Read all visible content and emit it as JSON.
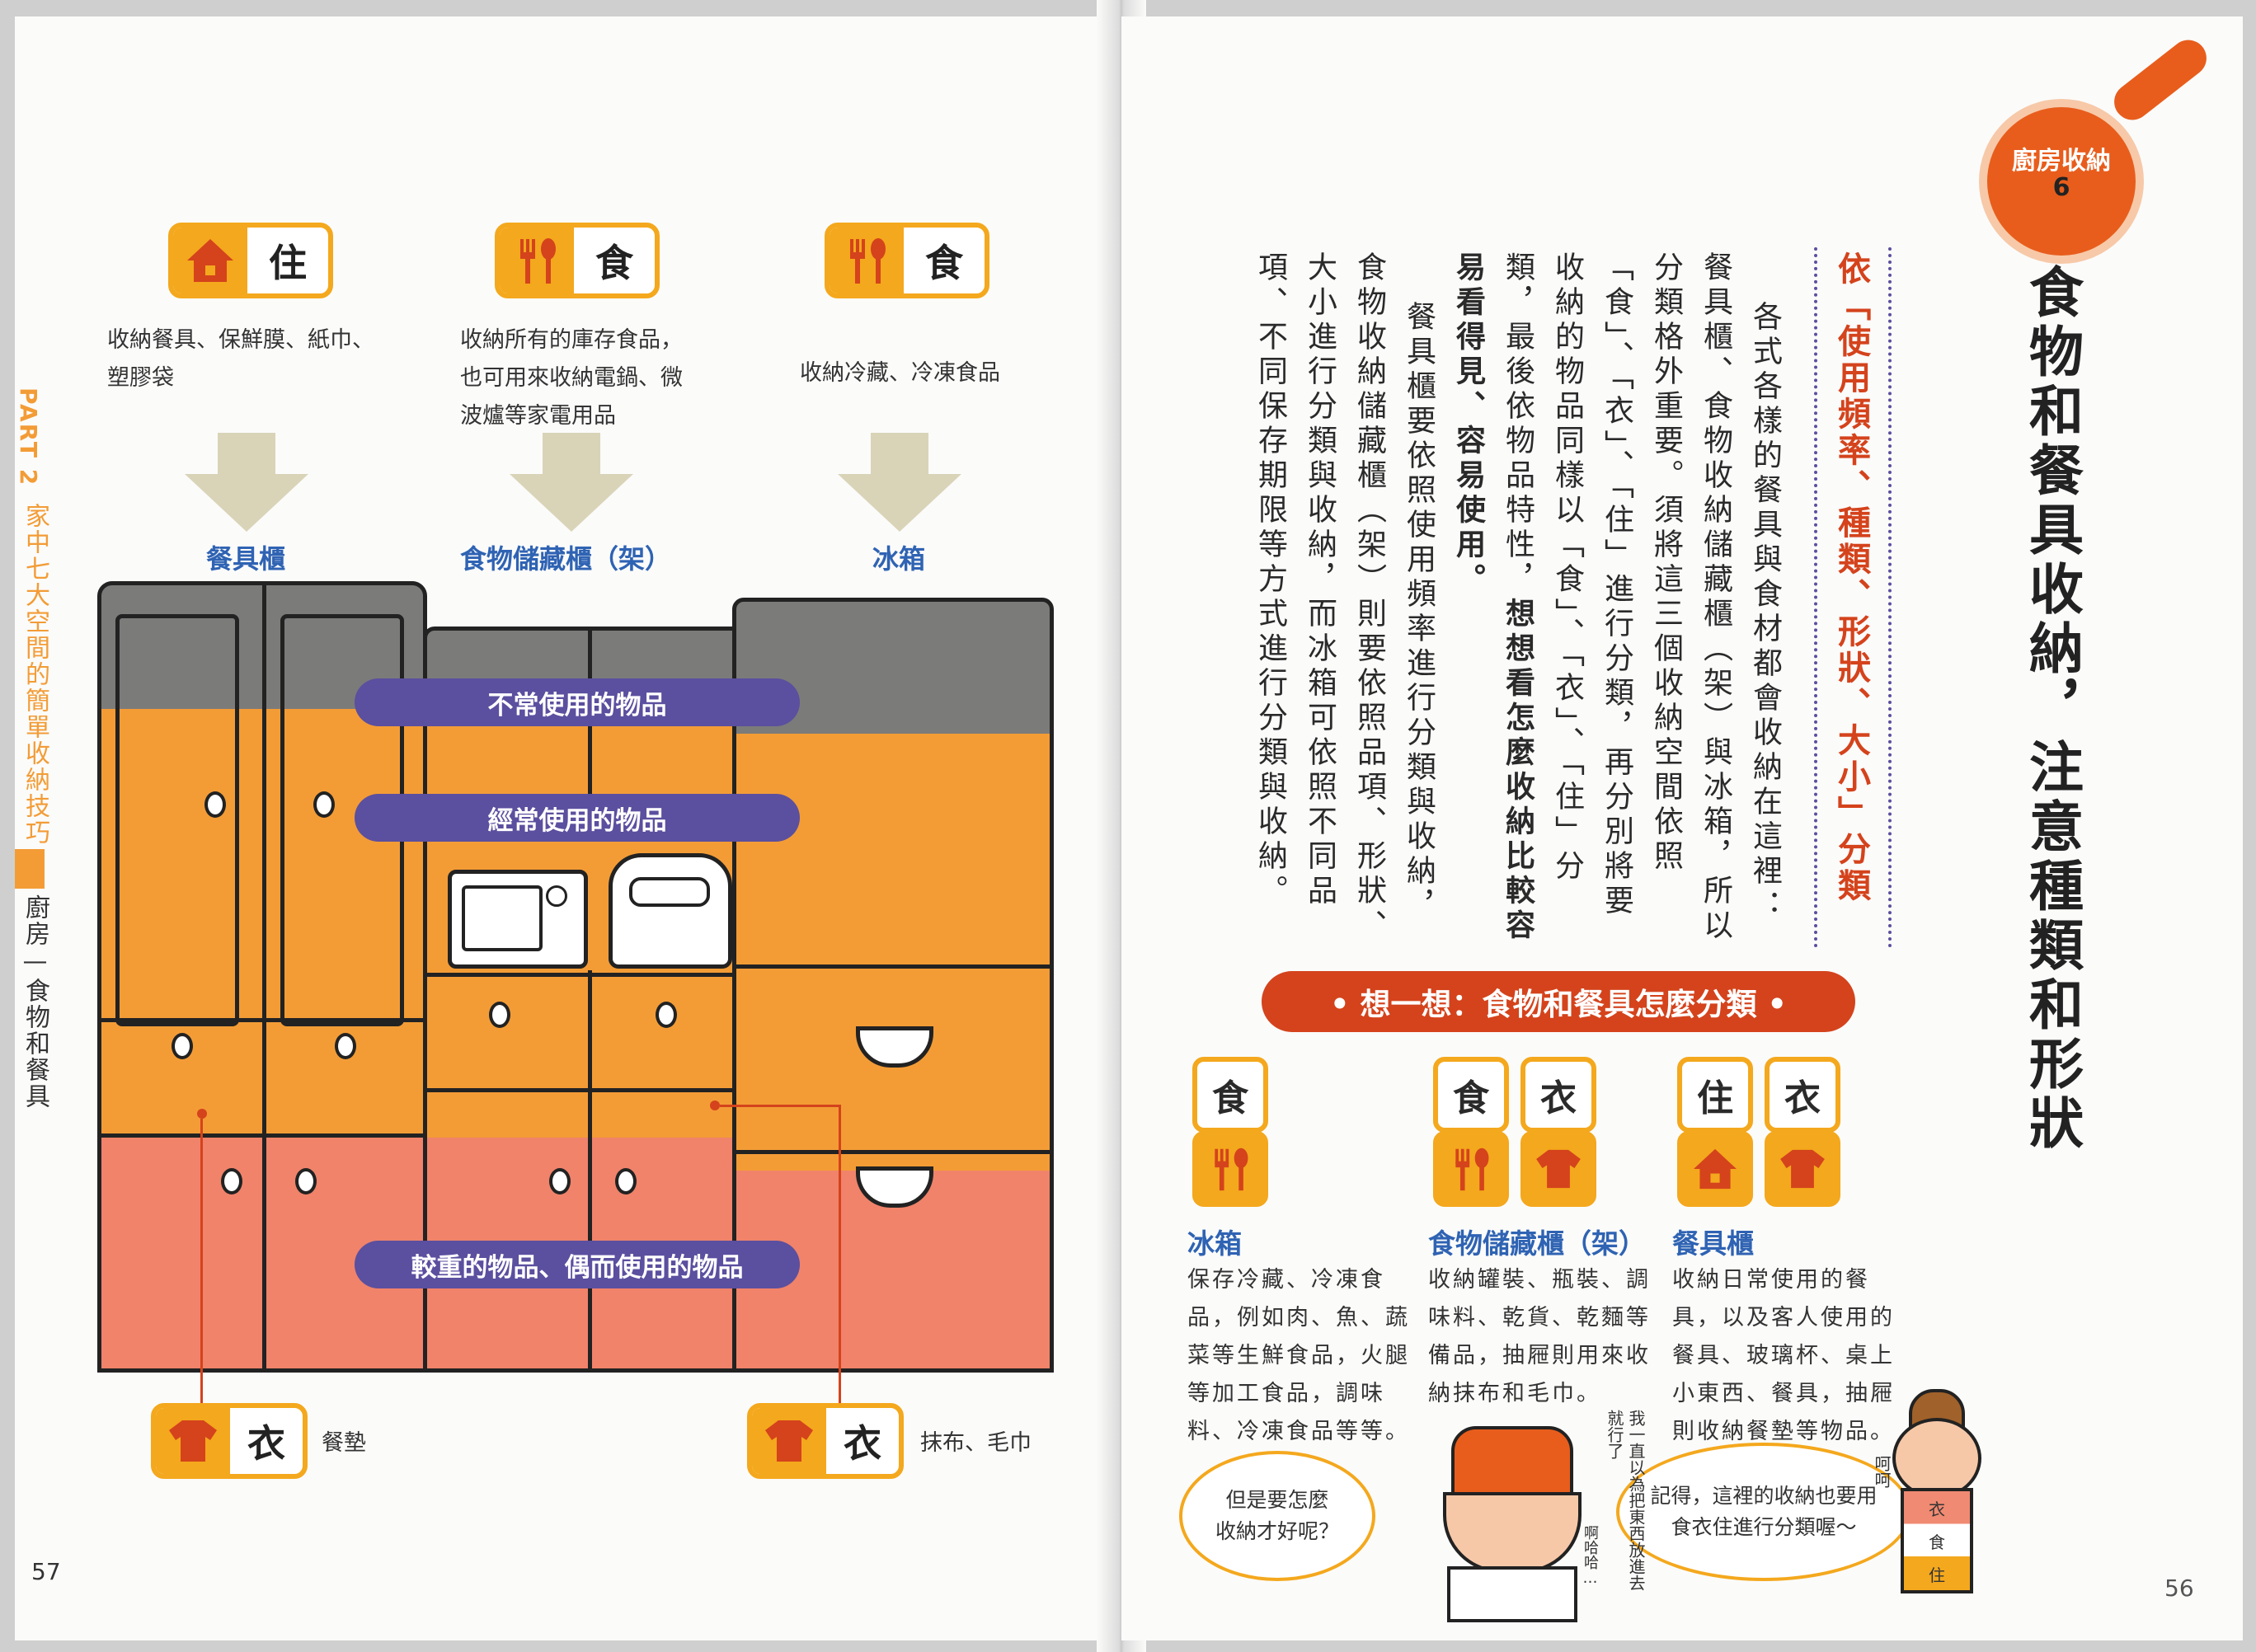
{
  "left": {
    "page_number": "57",
    "sidebar_part": "PART 2",
    "sidebar_chapter": "家中七大空間的簡單收納技巧",
    "sidebar_section": "廚房—食物和餐具",
    "top_groups": [
      {
        "tag": "住",
        "desc_lines": [
          "收納餐具、保鮮膜、紙巾、",
          "塑膠袋"
        ],
        "dest": "餐具櫃"
      },
      {
        "tag": "食",
        "desc_lines": [
          "收納所有的庫存食品，",
          "也可用來收納電鍋、微",
          "波爐等家電用品"
        ],
        "dest": "食物儲藏櫃（架）"
      },
      {
        "tag": "食",
        "desc_lines": [
          "收納冷藏、冷凍食品"
        ],
        "dest": "冰箱"
      }
    ],
    "levels": [
      "不常使用的物品",
      "經常使用的物品",
      "較重的物品、偶而使用的物品"
    ],
    "bottom_tags": [
      {
        "tag": "衣",
        "desc": "餐墊"
      },
      {
        "tag": "衣",
        "desc": "抹布、毛巾"
      }
    ],
    "colors": {
      "gray": "#7b7b79",
      "orange": "#f39c36",
      "salmon": "#f0836a",
      "purple": "#5b4f9f",
      "yellow": "#f4a81d",
      "blue": "#2f63b3"
    }
  },
  "right": {
    "page_number": "56",
    "badge_label": "廚房收納",
    "badge_number": "6",
    "title": "食物和餐具收納，注意種類和形狀",
    "subtitle": "依「使用頻率、種類、形狀、大小」分類",
    "paragraph1": "各式各樣的餐具與食材都會收納在這裡：餐具櫃、食物收納儲藏櫃（架）與冰箱，所以分類格外重要。須將這三個收納空間依照「食」、「衣」、「住」進行分類，再分別將要收納的物品同樣以「食」、「衣」、「住」分類，最後依物品特性，",
    "paragraph1_bold": "想想看怎麼收納比較容易看得見、容易使用。",
    "paragraph2": "餐具櫃要依照使用頻率進行分類與收納，食物收納儲藏櫃（架）則要依照品項、形狀、大小進行分類與收納，而冰箱可依照不同品項、不同保存期限等方式進行分類與收納。",
    "banner": "• 想一想：食物和餐具怎麼分類 •",
    "items": [
      {
        "tags": [
          "食"
        ],
        "title": "冰箱",
        "desc_lines": [
          "保存冷藏、冷凍食",
          "品，例如肉、魚、蔬",
          "菜等生鮮食品，火腿",
          "等加工食品，調味",
          "料、冷凍食品等等。"
        ]
      },
      {
        "tags": [
          "食",
          "衣"
        ],
        "title": "食物儲藏櫃（架）",
        "desc_lines": [
          "收納罐裝、瓶裝、調",
          "味料、乾貨、乾麵等",
          "備品，抽屜則用來收",
          "納抹布和毛巾。"
        ]
      },
      {
        "tags": [
          "住",
          "衣"
        ],
        "title": "餐具櫃",
        "desc_lines": [
          "收納日常使用的餐",
          "具，以及客人使用的",
          "餐具、玻璃杯、桌上",
          "小東西、餐具，抽屜",
          "則收納餐墊等物品。"
        ]
      }
    ],
    "bubble_left": [
      "但是要怎麼",
      "收納才好呢？"
    ],
    "bubble_right": [
      "記得，這裡的收納也要用",
      "食衣住進行分類喔～"
    ],
    "char_left_text": "我一直以為把東西放進去就行了",
    "char_left_laugh": "啊哈哈…",
    "char_right_text": "呵呵",
    "apron_chars": [
      "衣",
      "食",
      "住"
    ]
  }
}
